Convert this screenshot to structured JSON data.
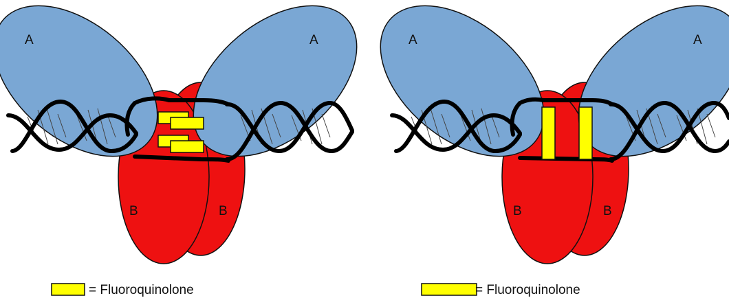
{
  "panels": [
    {
      "labels": {
        "a_left": "A",
        "a_right": "A",
        "b_left": "B",
        "b_right": "B"
      },
      "legend": {
        "text": "= Fluoroquinolone"
      }
    },
    {
      "labels": {
        "a_left": "A",
        "a_right": "A",
        "b_left": "B",
        "b_right": "B"
      },
      "legend": {
        "text": "= Fluoroquinolone"
      }
    }
  ],
  "colors": {
    "subunit_a": "#7aa7d4",
    "subunit_b": "#ee1111",
    "fluoroquinolone": "#ffff00",
    "dna": "#000000"
  }
}
